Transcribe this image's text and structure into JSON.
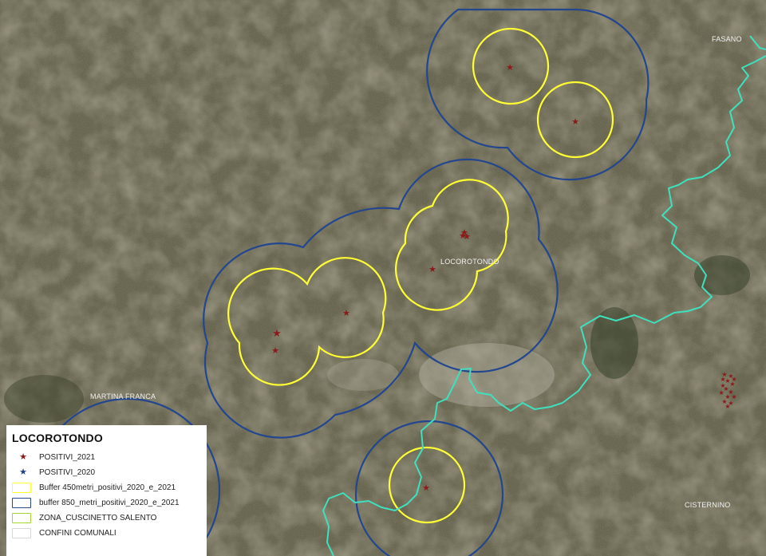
{
  "legend": {
    "title": "LOCOROTONDO",
    "items": [
      {
        "label": "POSITIVI_2021",
        "symbol": "star",
        "color": "#8b1a1a"
      },
      {
        "label": "POSITIVI_2020",
        "symbol": "star",
        "color": "#1f3f8f"
      },
      {
        "label": "Buffer 450metri_positivi_2020_e_2021",
        "symbol": "box",
        "color": "#ffff33"
      },
      {
        "label": "buffer 850_metri_positivi_2020_e_2021",
        "symbol": "box",
        "color": "#2b4a8e"
      },
      {
        "label": "ZONA_CUSCINETTO SALENTO",
        "symbol": "box",
        "color": "#a6d630"
      },
      {
        "label": "CONFINI COMUNALI",
        "symbol": "box",
        "color": "#d8d8d8"
      }
    ]
  },
  "places": {
    "fasano": "FASANO",
    "locorotondo": "LOCOROTONDO",
    "martina_franca": "MARTINA FRANCA",
    "cisternino": "CISTERNINO"
  },
  "colors": {
    "buffer_450": "#ffff33",
    "buffer_850": "#23468f",
    "boundary": "#3fe0bd",
    "positive_2021": "#8b1a1a"
  }
}
